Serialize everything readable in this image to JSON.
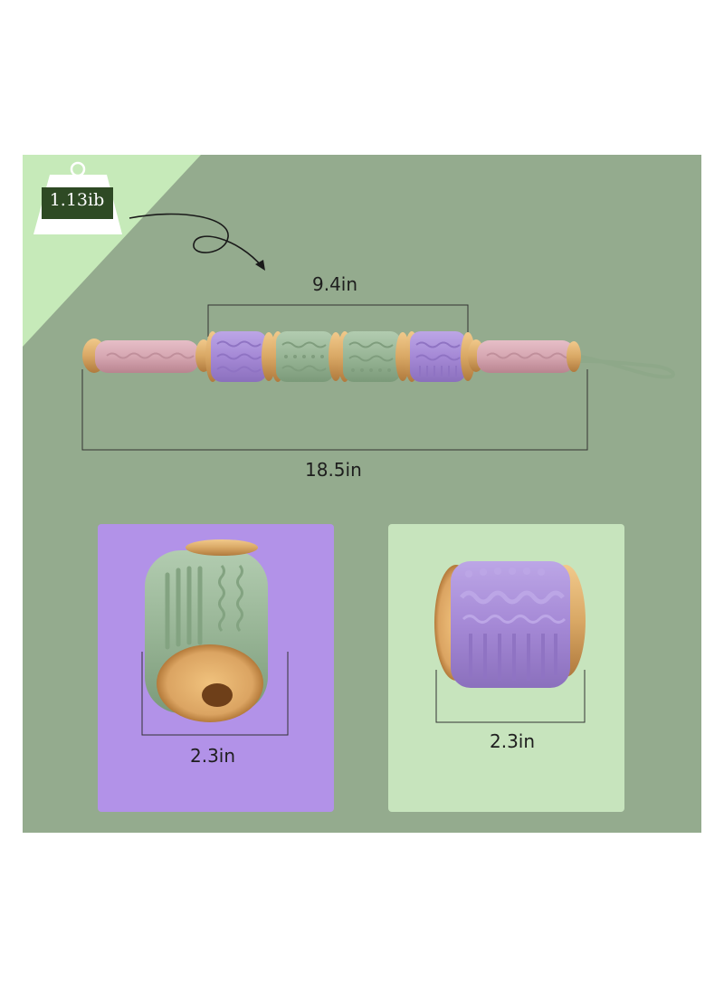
{
  "weight": "1.13ib",
  "dimensions": {
    "middle_span": "9.4in",
    "total_length": "18.5in",
    "left_roller_width": "2.3in",
    "right_roller_width": "2.3in"
  },
  "colors": {
    "panel_green": "#94ab8e",
    "corner_light_green": "#c6eab9",
    "purple_card": "#b292e8",
    "light_green_card": "#c7e4bd",
    "pink_handle": "#d6a7b2",
    "purple_roller": "#a589d6",
    "green_roller": "#98b596",
    "wood": "#d9a865",
    "weight_badge": "#2e4a24"
  }
}
